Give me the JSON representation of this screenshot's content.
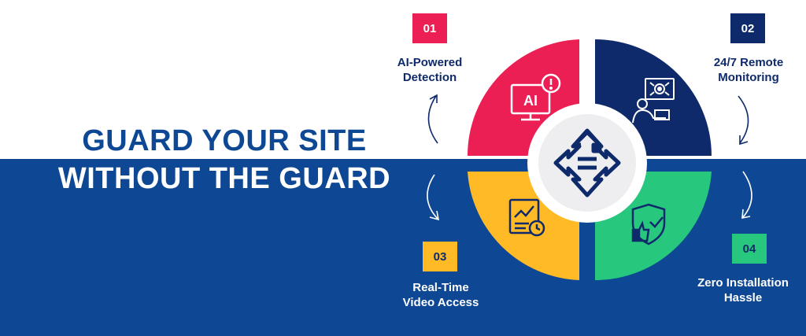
{
  "headline": {
    "line1": "GUARD YOUR SITE",
    "line2": "WITHOUT THE GUARD"
  },
  "steps": [
    {
      "number": "01",
      "label_line1": "AI-Powered",
      "label_line2": "Detection",
      "icon": "ai-alert-monitor-icon",
      "color": "#ec1f55"
    },
    {
      "number": "02",
      "label_line1": "24/7 Remote",
      "label_line2": "Monitoring",
      "icon": "remote-monitoring-operator-icon",
      "color": "#0f2a6b"
    },
    {
      "number": "03",
      "label_line1": "Real-Time",
      "label_line2": "Video Access",
      "icon": "analytics-report-clock-icon",
      "color": "#ffba26"
    },
    {
      "number": "04",
      "label_line1": "Zero Installation",
      "label_line2": "Hassle",
      "icon": "shield-thumbs-up-icon",
      "color": "#27c77e"
    }
  ],
  "center": {
    "icon": "move-arrows-icon"
  },
  "colors": {
    "brand_blue": "#0e4793",
    "navy": "#0f2a6b",
    "center_fill": "#eeeef1"
  }
}
